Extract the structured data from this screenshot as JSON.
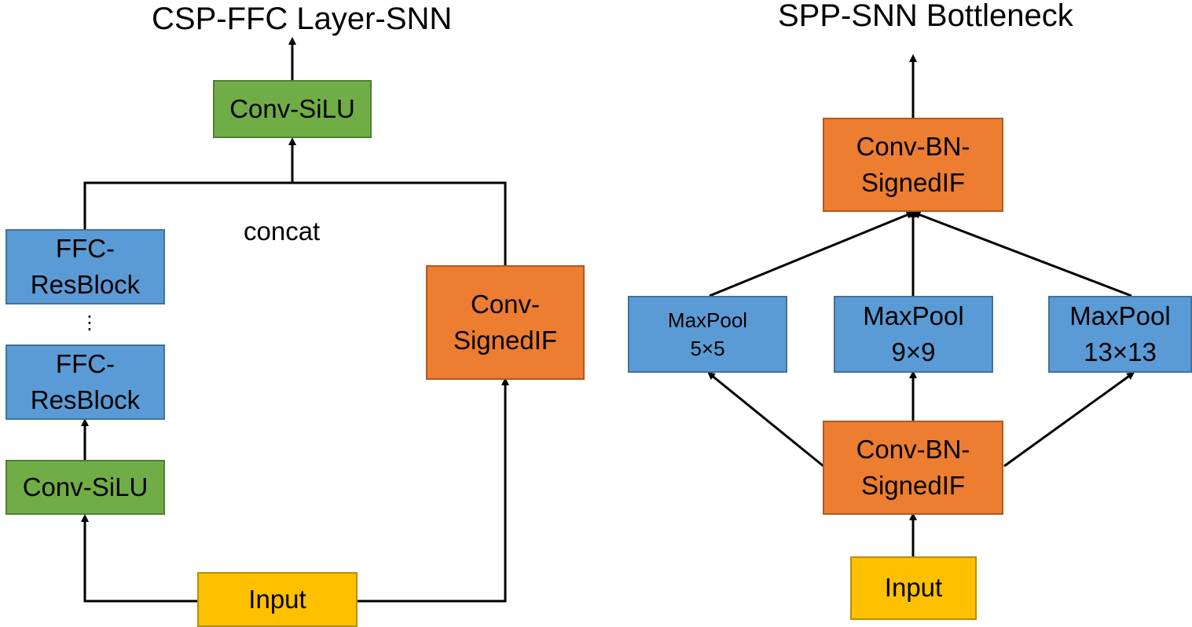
{
  "left_diagram": {
    "title": "CSP-FFC Layer-SNN",
    "top_conv": "Conv-SiLU",
    "concat_label": "concat",
    "ffc_block_1": "FFC-\nResBlock",
    "ellipsis": "⋮",
    "ffc_block_2": "FFC-\nResBlock",
    "bottom_conv": "Conv-SiLU",
    "side_conv": "Conv-\nSignedIF",
    "input": "Input"
  },
  "right_diagram": {
    "title": "SPP-SNN Bottleneck",
    "top_conv": "Conv-BN-\nSignedIF",
    "maxpool_5": "MaxPool\n5×5",
    "maxpool_9": "MaxPool\n9×9",
    "maxpool_13": "MaxPool\n13×13",
    "bottom_conv": "Conv-BN-\nSignedIF",
    "input": "Input"
  },
  "colors": {
    "blue": "#5b9bd5",
    "green": "#70ad47",
    "orange": "#ed7d31",
    "yellow": "#ffc000"
  }
}
